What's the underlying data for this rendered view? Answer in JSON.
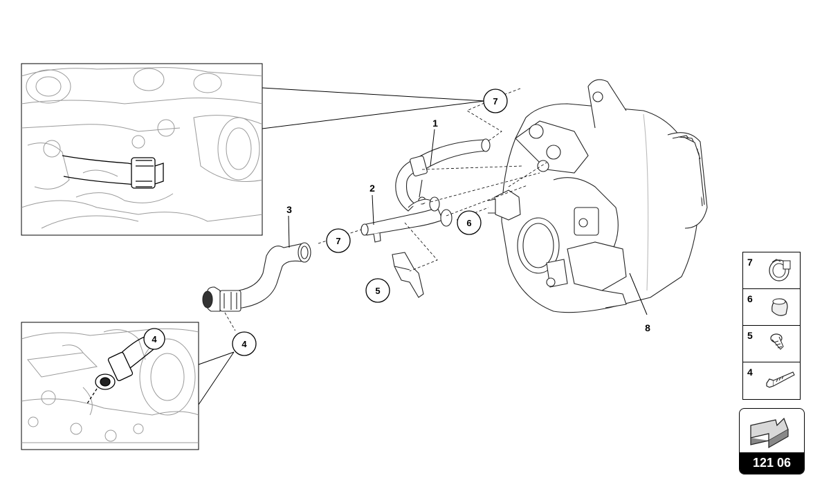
{
  "callouts": {
    "c7_top": "7",
    "c7_mid": "7",
    "c6": "6",
    "c5": "5",
    "c4_main": "4",
    "c4_inset": "4"
  },
  "parts": {
    "p1": "1",
    "p2": "2",
    "p3": "3",
    "p8": "8"
  },
  "legend": [
    {
      "num": "7",
      "icon": "hose-clamp-icon"
    },
    {
      "num": "6",
      "icon": "cap-icon"
    },
    {
      "num": "5",
      "icon": "screw-icon"
    },
    {
      "num": "4",
      "icon": "bolt-icon"
    }
  ],
  "page": {
    "number": "121 06",
    "nav_icon": "next-page-arrow-icon"
  }
}
